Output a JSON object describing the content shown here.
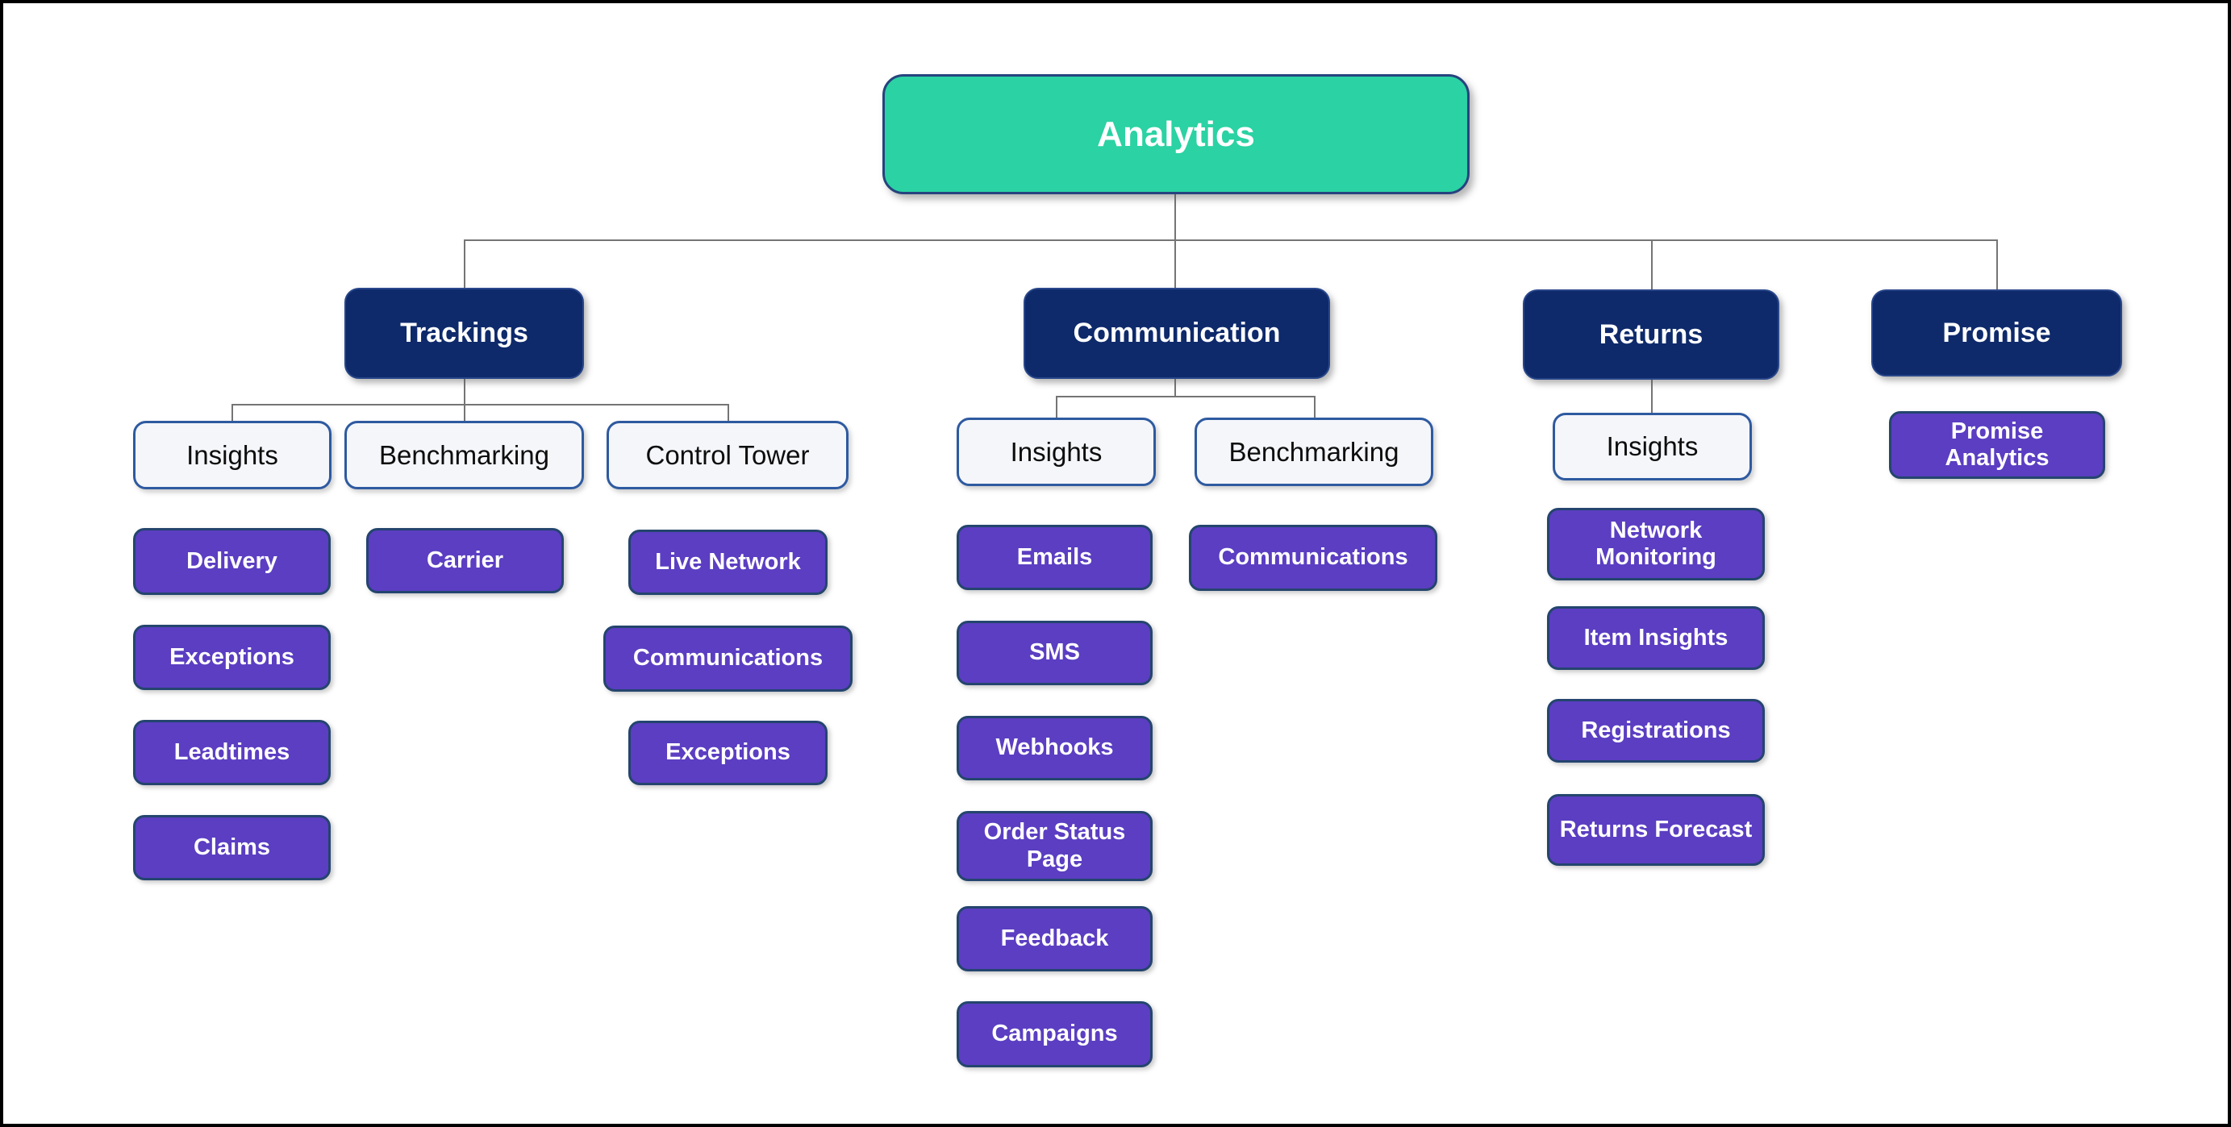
{
  "diagram": {
    "type": "org-chart",
    "structure": {
      "Analytics": {
        "Trackings": {
          "Insights": [
            "Delivery",
            "Exceptions",
            "Leadtimes",
            "Claims"
          ],
          "Benchmarking": [
            "Carrier"
          ],
          "Control Tower": [
            "Live Network",
            "Communications",
            "Exceptions"
          ]
        },
        "Communication": {
          "Insights": [
            "Emails",
            "SMS",
            "Webhooks",
            "Order Status Page",
            "Feedback",
            "Campaigns"
          ],
          "Benchmarking": [
            "Communications"
          ]
        },
        "Returns": {
          "Insights": [
            "Network Monitoring",
            "Item Insights",
            "Registrations",
            "Returns Forecast"
          ]
        },
        "Promise": [
          "Promise Analytics"
        ]
      }
    }
  },
  "nodes": {
    "analytics": {
      "label": "Analytics"
    },
    "trackings": {
      "label": "Trackings"
    },
    "communication": {
      "label": "Communication"
    },
    "returns": {
      "label": "Returns"
    },
    "promise": {
      "label": "Promise"
    },
    "trk_insights": {
      "label": "Insights"
    },
    "trk_benchmarking": {
      "label": "Benchmarking"
    },
    "trk_control_tower": {
      "label": "Control Tower"
    },
    "delivery": {
      "label": "Delivery"
    },
    "trk_exceptions": {
      "label": "Exceptions"
    },
    "leadtimes": {
      "label": "Leadtimes"
    },
    "claims": {
      "label": "Claims"
    },
    "carrier": {
      "label": "Carrier"
    },
    "live_network": {
      "label": "Live Network"
    },
    "ct_communications": {
      "label": "Communications"
    },
    "ct_exceptions": {
      "label": "Exceptions"
    },
    "comm_insights": {
      "label": "Insights"
    },
    "comm_benchmarking": {
      "label": "Benchmarking"
    },
    "emails": {
      "label": "Emails"
    },
    "sms": {
      "label": "SMS"
    },
    "webhooks": {
      "label": "Webhooks"
    },
    "order_status_page": {
      "label": "Order Status Page"
    },
    "feedback": {
      "label": "Feedback"
    },
    "campaigns": {
      "label": "Campaigns"
    },
    "bench_communications": {
      "label": "Communications"
    },
    "ret_insights": {
      "label": "Insights"
    },
    "network_monitoring": {
      "label": "Network Monitoring"
    },
    "item_insights": {
      "label": "Item Insights"
    },
    "registrations": {
      "label": "Registrations"
    },
    "returns_forecast": {
      "label": "Returns Forecast"
    },
    "promise_analytics": {
      "label": "Promise Analytics"
    }
  },
  "colors": {
    "root_fill": "#2BD2A3",
    "root_border": "#26437E",
    "branch_fill": "#0E2A6B",
    "branch_border": "#28468A",
    "category_fill": "#F4F6FA",
    "category_border": "#2E5AA0",
    "leaf_fill": "#5B3EC2",
    "leaf_border": "#24456E",
    "connector": "#757575",
    "frame": "#000000",
    "background": "#FFFFFF"
  }
}
